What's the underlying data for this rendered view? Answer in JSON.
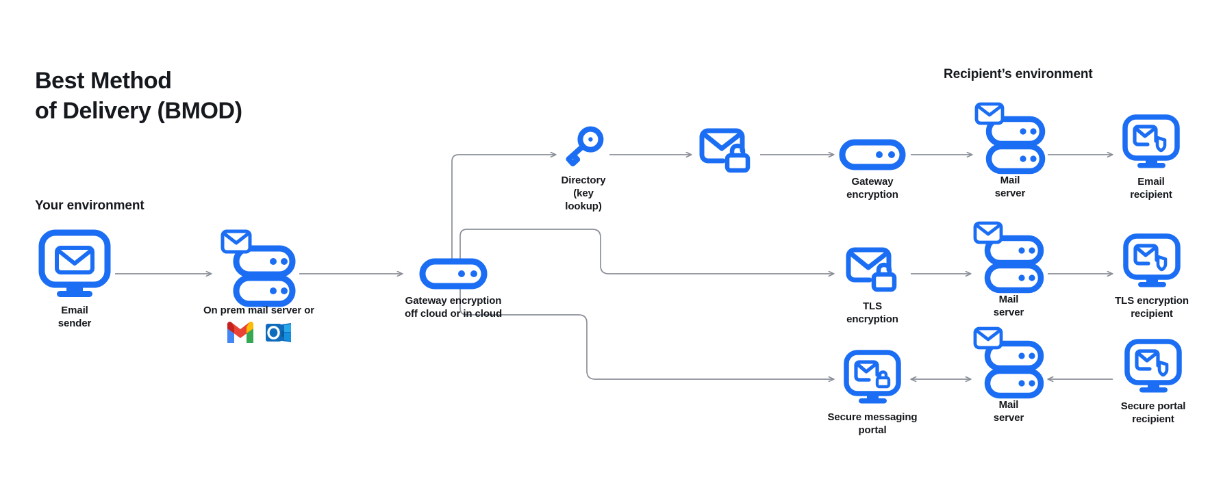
{
  "title": {
    "line1": "Best Method",
    "line2": "of Delivery (BMOD)"
  },
  "sections": {
    "your_environment": "Your environment",
    "recipients_environment": "Recipient’s environment"
  },
  "colors": {
    "brand_blue": "#1b6ef3",
    "icon_blue": "#2668f5",
    "wire_gray": "#8a8f98",
    "text": "#15181c",
    "gmail_red": "#ea4335",
    "gmail_blue": "#4285f4",
    "gmail_green": "#34a853",
    "gmail_yellow": "#fbbc04",
    "outlook_blue": "#0f6cbd",
    "outlook_light": "#28a8ea"
  },
  "nodes": {
    "email_sender": {
      "label": "Email\nsender",
      "icon": "monitor-envelope-icon"
    },
    "on_prem": {
      "label": "On prem mail server or",
      "icon": "mail-server-icon"
    },
    "gateway_center": {
      "label": "Gateway encryption\noff cloud or in cloud",
      "icon": "server-icon"
    },
    "directory": {
      "label": "Directory\n(key lookup)",
      "icon": "key-icon"
    },
    "encrypted_email": {
      "label": "",
      "icon": "envelope-lock-icon"
    },
    "gateway_encryption": {
      "label": "Gateway\nencryption",
      "icon": "server-icon"
    },
    "mail_server_row1": {
      "label": "Mail\nserver",
      "icon": "mail-server-icon"
    },
    "email_recipient": {
      "label": "Email\nrecipient",
      "icon": "monitor-envelope-shield-icon"
    },
    "tls_encryption": {
      "label": "TLS\nencryption",
      "icon": "envelope-lock-icon"
    },
    "mail_server_row2": {
      "label": "Mail\nserver",
      "icon": "mail-server-icon"
    },
    "tls_recipient": {
      "label": "TLS encryption\nrecipient",
      "icon": "monitor-envelope-shield-icon"
    },
    "secure_portal": {
      "label": "Secure messaging\nportal",
      "icon": "monitor-envelope-lock-icon"
    },
    "mail_server_row3": {
      "label": "Mail\nserver",
      "icon": "mail-server-icon"
    },
    "secure_portal_recipient": {
      "label": "Secure portal\nrecipient",
      "icon": "monitor-envelope-shield-icon"
    }
  },
  "logos": {
    "gmail": "gmail-logo",
    "outlook": "outlook-logo"
  }
}
